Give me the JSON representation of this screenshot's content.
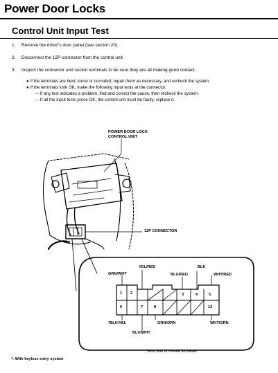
{
  "header": {
    "title": "Power Door Locks"
  },
  "section": {
    "title": "Control Unit Input Test"
  },
  "steps": [
    {
      "num": "1.",
      "text": "Remove the driver's door panel (see section 20)."
    },
    {
      "num": "2.",
      "text": "Disconnect the 12P connector from the control unit."
    },
    {
      "num": "3.",
      "text": "Inspect the connector and socket terminals to be sure they are all making good contact."
    }
  ],
  "bullets": [
    "If the terminals are bent, loose or corroded, repair them as necessary, and recheck the system.",
    "If the terminals look OK, make the following input tests at the connector."
  ],
  "sub_bullets": [
    "If any test indicates a problem, find and correct the cause, then recheck the system.",
    "If all the input tests prove OK, the control unit must be faulty; replace it."
  ],
  "diagram": {
    "unit_label_line1": "POWER DOOR LOCK",
    "unit_label_line2": "CONTROL UNIT",
    "connector_label": "12P CONNECTOR",
    "wires": {
      "grn_wht": "GRN/WHT",
      "yel_red": "YEL/RED",
      "blk": "BLK",
      "blu_red": "BLU/RED",
      "wht_red": "WHT/RED",
      "blu_yel": "*BLU/YEL",
      "blu_wht": "BLU/WHT",
      "grn_orn": "GRN/ORN",
      "wht_grn": "WHT/GRN"
    },
    "terminals": {
      "t1": "1",
      "t2": "2",
      "t3": "3",
      "t4": "4",
      "t5": "5",
      "t6": "6",
      "t7": "7",
      "t8": "8",
      "t12": "12"
    },
    "caption": "Wire side of female terminals"
  },
  "footnote": "*: With keyless entry system"
}
